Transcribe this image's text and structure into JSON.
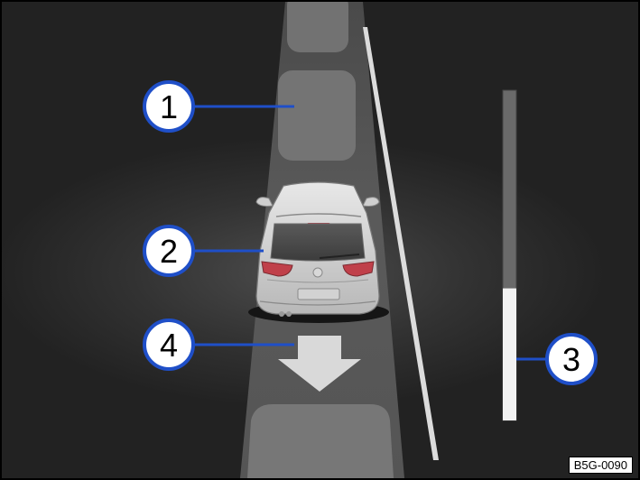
{
  "callouts": [
    {
      "number": "1",
      "target": "previous-distance-warning-zone"
    },
    {
      "number": "2",
      "target": "vehicle-ahead"
    },
    {
      "number": "3",
      "target": "distance-scale-bar"
    },
    {
      "number": "4",
      "target": "distance-zone-arrow"
    }
  ],
  "image_code": "B5G-0090",
  "colors": {
    "background": "#2e2e2e",
    "lane_band": "#5c5c5c",
    "callout_ring": "#1f4fc8",
    "callout_fill": "#ffffff",
    "taillight": "#c0404a",
    "scale_track": "#6a6a6a",
    "scale_fill": "#f2f2f2"
  },
  "distance_scale_level": 0.4
}
